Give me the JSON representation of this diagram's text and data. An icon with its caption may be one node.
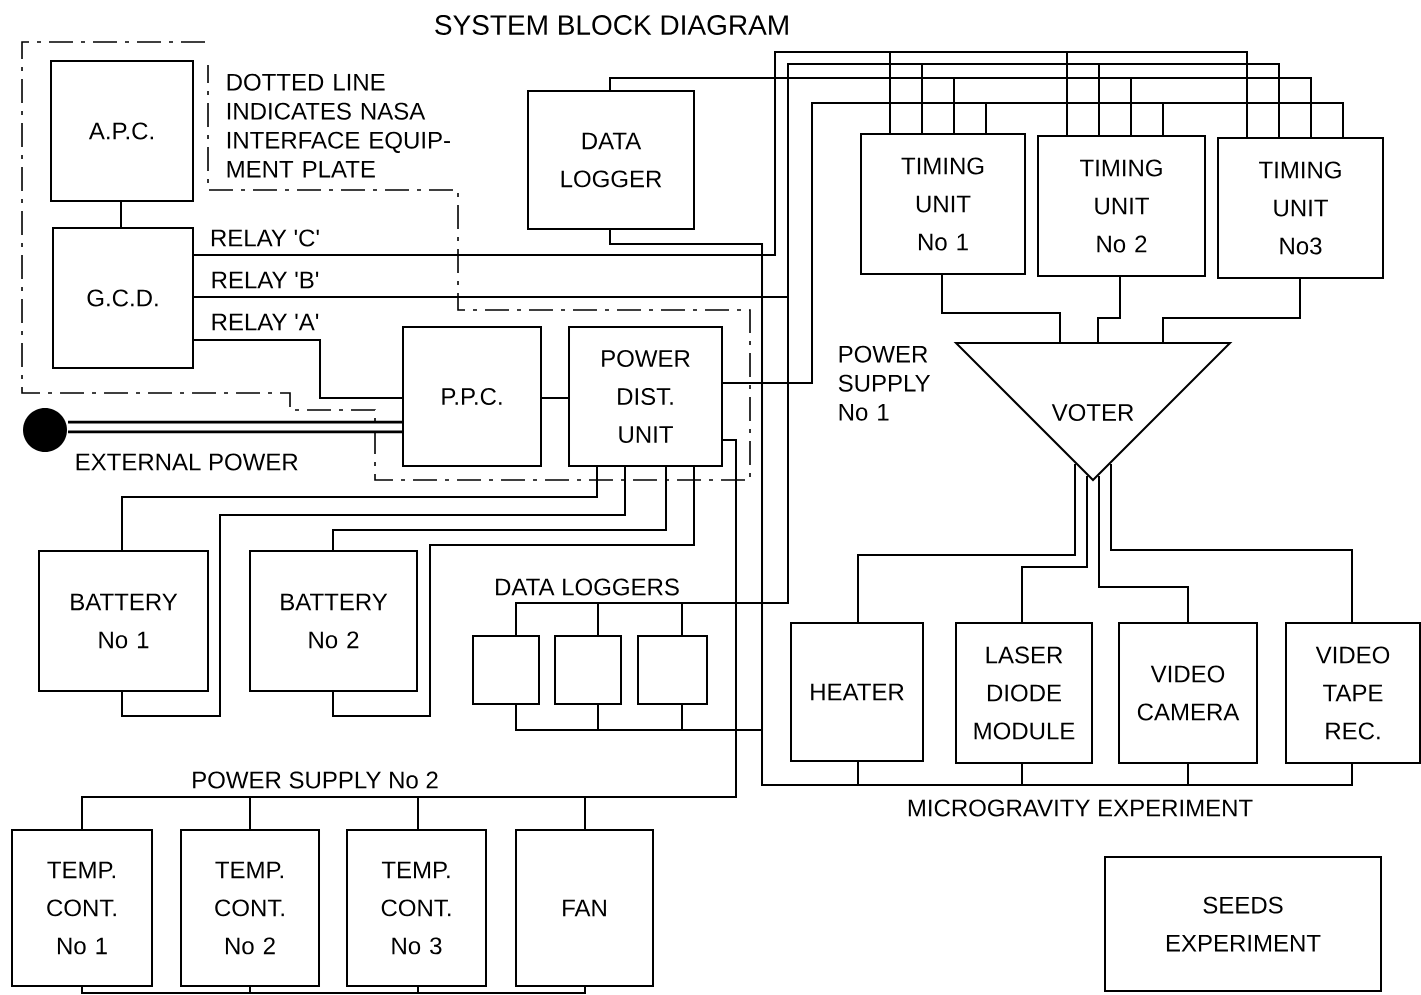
{
  "diagram": {
    "title": "SYSTEM BLOCK DIAGRAM",
    "nodes": [
      {
        "text": [
          "A.P.C."
        ]
      },
      {
        "text": [
          "G.C.D."
        ]
      },
      {
        "text": [
          "DATA LOGGER"
        ]
      },
      {
        "text": [
          "TIMING UNIT No 1"
        ]
      },
      {
        "text": [
          "TIMING UNIT No 2"
        ]
      },
      {
        "text": [
          "TIMING UNIT No3"
        ]
      },
      {
        "text": [
          "P.P.C."
        ]
      },
      {
        "text": [
          "POWER DIST. UNIT"
        ]
      },
      {
        "text": [
          "VOTER"
        ]
      },
      {
        "text": [],
        "shape": "circle",
        "beside": [
          "EXTERNAL POWER"
        ]
      },
      {
        "text": [
          "BATTERY No 1"
        ]
      },
      {
        "text": [
          "BATTERY No 2"
        ]
      },
      {
        "text": [],
        "shape": "box"
      },
      {
        "text": [],
        "shape": "box"
      },
      {
        "text": [],
        "shape": "box"
      },
      {
        "text": [
          "HEATER"
        ]
      },
      {
        "text": [
          "LASER DIODE MODULE"
        ]
      },
      {
        "text": [
          "VIDEO CAMERA"
        ]
      },
      {
        "text": [
          "VIDEO TAPE REC."
        ]
      },
      {
        "text": [
          "TEMP. CONT. No 1"
        ]
      },
      {
        "text": [
          "TEMP. CONT. No 2"
        ]
      },
      {
        "text": [
          "TEMP. CONT. No 3"
        ]
      },
      {
        "text": [
          "FAN"
        ]
      },
      {
        "text": [
          "SEEDS EXPERIMENT"
        ]
      }
    ],
    "edges": [
      {
        "from": 0,
        "to": 1,
        "arrow": "none"
      },
      {
        "from": 1,
        "to": 3,
        "arrow": "none",
        "label": "RELAY 'C'"
      },
      {
        "from": 1,
        "to": 4,
        "arrow": "none"
      },
      {
        "from": 1,
        "to": 5,
        "arrow": "none"
      },
      {
        "from": 1,
        "to": 3,
        "arrow": "none",
        "label": "RELAY 'B'"
      },
      {
        "from": 1,
        "to": 4,
        "arrow": "none"
      },
      {
        "from": 1,
        "to": 5,
        "arrow": "none"
      },
      {
        "from": 2,
        "to": 3,
        "arrow": "none"
      },
      {
        "from": 2,
        "to": 4,
        "arrow": "none"
      },
      {
        "from": 2,
        "to": 5,
        "arrow": "none"
      },
      {
        "from": 7,
        "to": 3,
        "arrow": "none"
      },
      {
        "from": 7,
        "to": 4,
        "arrow": "none"
      },
      {
        "from": 7,
        "to": 5,
        "arrow": "none"
      },
      {
        "from": 3,
        "to": 8,
        "arrow": "none"
      },
      {
        "from": 4,
        "to": 8,
        "arrow": "none"
      },
      {
        "from": 5,
        "to": 8,
        "arrow": "none"
      },
      {
        "from": 8,
        "to": 15,
        "arrow": "none"
      },
      {
        "from": 8,
        "to": 16,
        "arrow": "none"
      },
      {
        "from": 8,
        "to": 17,
        "arrow": "none"
      },
      {
        "from": 8,
        "to": 18,
        "arrow": "none"
      },
      {
        "from": 1,
        "to": 6,
        "arrow": "none",
        "label": "RELAY 'A'"
      },
      {
        "from": 9,
        "to": 6,
        "arrow": "none",
        "style": "thick"
      },
      {
        "from": 6,
        "to": 7,
        "arrow": "none"
      },
      {
        "from": 7,
        "to": 10,
        "arrow": "none"
      },
      {
        "from": 7,
        "to": 10,
        "arrow": "none"
      },
      {
        "from": 7,
        "to": 11,
        "arrow": "none"
      },
      {
        "from": 7,
        "to": 11,
        "arrow": "none"
      },
      {
        "from": 1,
        "to": 12,
        "arrow": "none"
      },
      {
        "from": 1,
        "to": 13,
        "arrow": "none"
      },
      {
        "from": 1,
        "to": 14,
        "arrow": "none"
      },
      {
        "from": 2,
        "to": 12,
        "arrow": "none"
      },
      {
        "from": 2,
        "to": 13,
        "arrow": "none"
      },
      {
        "from": 2,
        "to": 14,
        "arrow": "none"
      },
      {
        "from": 7,
        "to": 19,
        "arrow": "none"
      },
      {
        "from": 7,
        "to": 20,
        "arrow": "none"
      },
      {
        "from": 7,
        "to": 21,
        "arrow": "none"
      },
      {
        "from": 7,
        "to": 22,
        "arrow": "none"
      },
      {
        "from": 2,
        "to": 15,
        "arrow": "none"
      },
      {
        "from": 2,
        "to": 16,
        "arrow": "none"
      },
      {
        "from": 2,
        "to": 17,
        "arrow": "none"
      },
      {
        "from": 2,
        "to": 18,
        "arrow": "none"
      },
      {
        "from": 19,
        "to": 20,
        "arrow": "none"
      },
      {
        "from": 20,
        "to": 21,
        "arrow": "none"
      },
      {
        "from": 21,
        "to": 22,
        "arrow": "none"
      }
    ],
    "labels": [
      "DOTTED LINE INDICATES NASA INTERFACE EQUIP- MENT PLATE",
      "POWER SUPPLY No 1",
      "DATA LOGGERS",
      "POWER SUPPLY No 2",
      "MICROGRAVITY EXPERIMENT"
    ]
  }
}
